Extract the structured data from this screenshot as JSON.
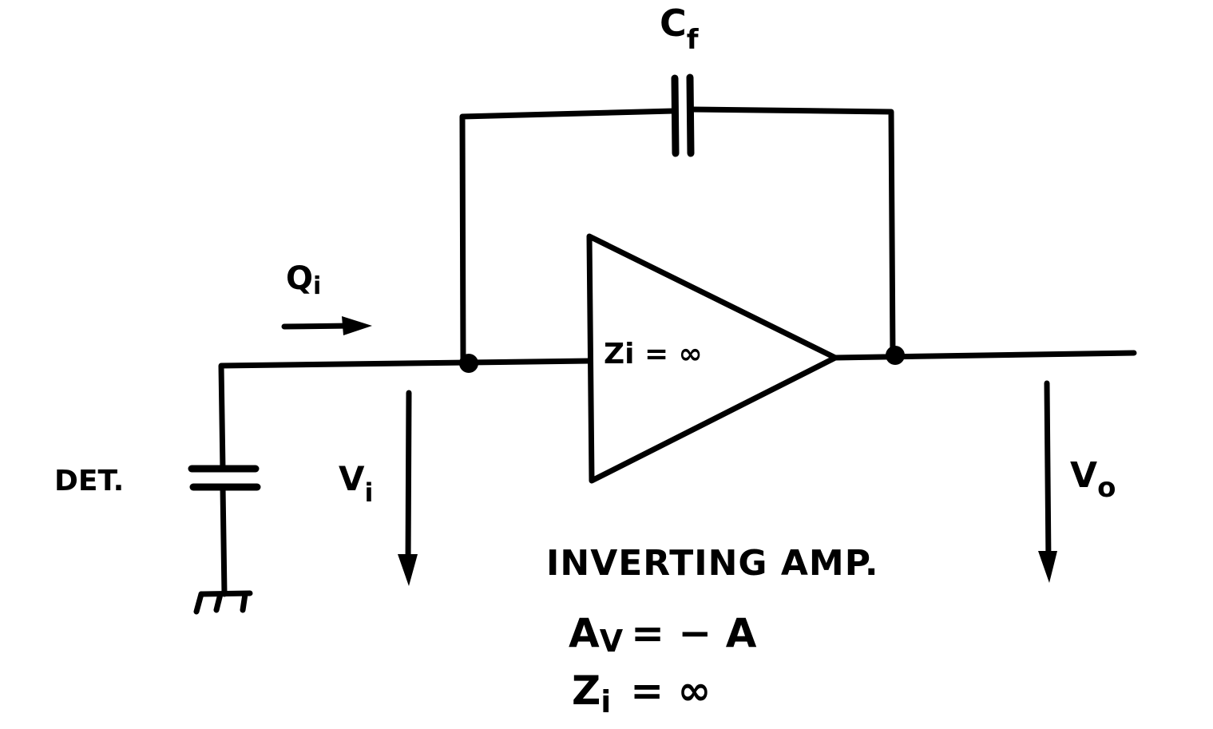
{
  "diagram": {
    "title": "INVERTING AMP.",
    "type": "charge-sensitive inverting amplifier schematic",
    "colors": {
      "ink": "#000000",
      "paper": "#ffffff"
    },
    "labels": {
      "feedback_capacitor": {
        "main": "C",
        "sub": "f"
      },
      "input_charge": {
        "main": "Q",
        "sub": "i"
      },
      "input_voltage": {
        "main": "V",
        "sub": "i"
      },
      "output_voltage": {
        "main": "V",
        "sub": "o"
      },
      "detector": "DET.",
      "amp_impedance": "Zi = ∞"
    },
    "equations": [
      {
        "lhs_main": "A",
        "lhs_sub": "V",
        "rhs": "= − A"
      },
      {
        "lhs_main": "Z",
        "lhs_sub": "i",
        "rhs": "= ∞"
      }
    ],
    "components": [
      {
        "id": "Cf",
        "kind": "capacitor",
        "role": "feedback"
      },
      {
        "id": "DET",
        "kind": "capacitor",
        "role": "detector"
      },
      {
        "id": "AMP",
        "kind": "op-amp",
        "role": "inverting amplifier"
      },
      {
        "id": "GND",
        "kind": "ground",
        "role": "detector return"
      }
    ],
    "nodes": [
      "input-node",
      "output-node"
    ]
  }
}
